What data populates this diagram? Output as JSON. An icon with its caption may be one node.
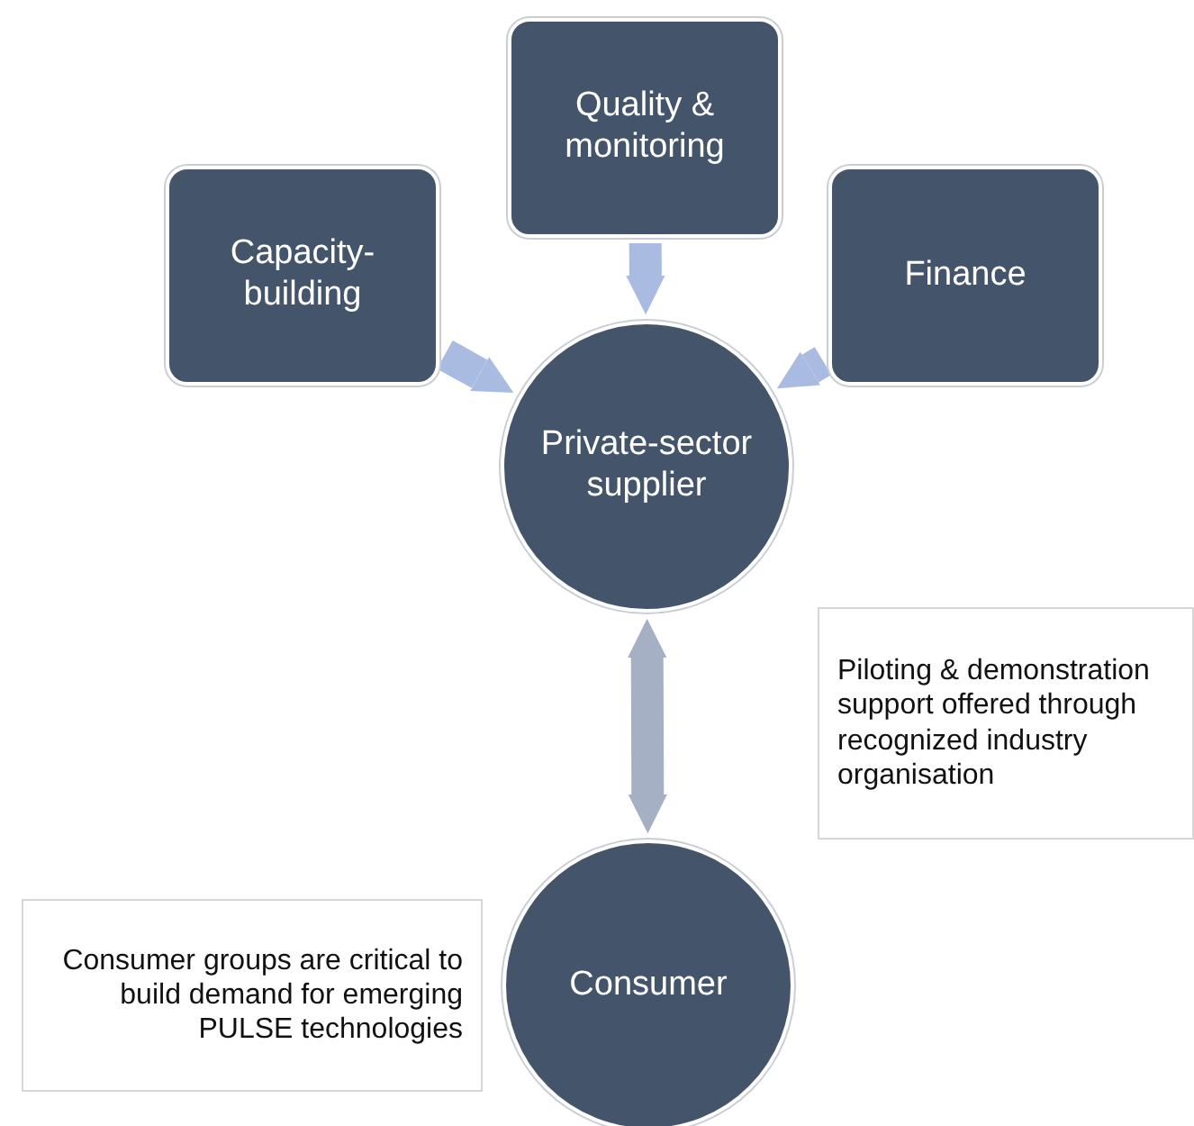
{
  "diagram": {
    "nodes": [
      {
        "text": [
          "Capacity-building"
        ]
      },
      {
        "text": [
          "Quality & monitoring"
        ]
      },
      {
        "text": [
          "Finance"
        ]
      },
      {
        "text": [
          "Private-sector supplier"
        ]
      },
      {
        "text": [
          "Consumer"
        ]
      },
      {
        "text": [
          "Piloting & demonstration support offered through recognized industry organisation"
        ]
      },
      {
        "text": [
          "Consumer groups are critical to build demand for emerging PULSE technologies"
        ]
      }
    ],
    "edges": [
      {
        "from": 0,
        "to": 3,
        "arrow": "to"
      },
      {
        "from": 1,
        "to": 3,
        "arrow": "to"
      },
      {
        "from": 2,
        "to": 3,
        "arrow": "to"
      },
      {
        "from": 3,
        "to": 4,
        "arrow": "both",
        "color": "#a6b0c4"
      }
    ]
  }
}
